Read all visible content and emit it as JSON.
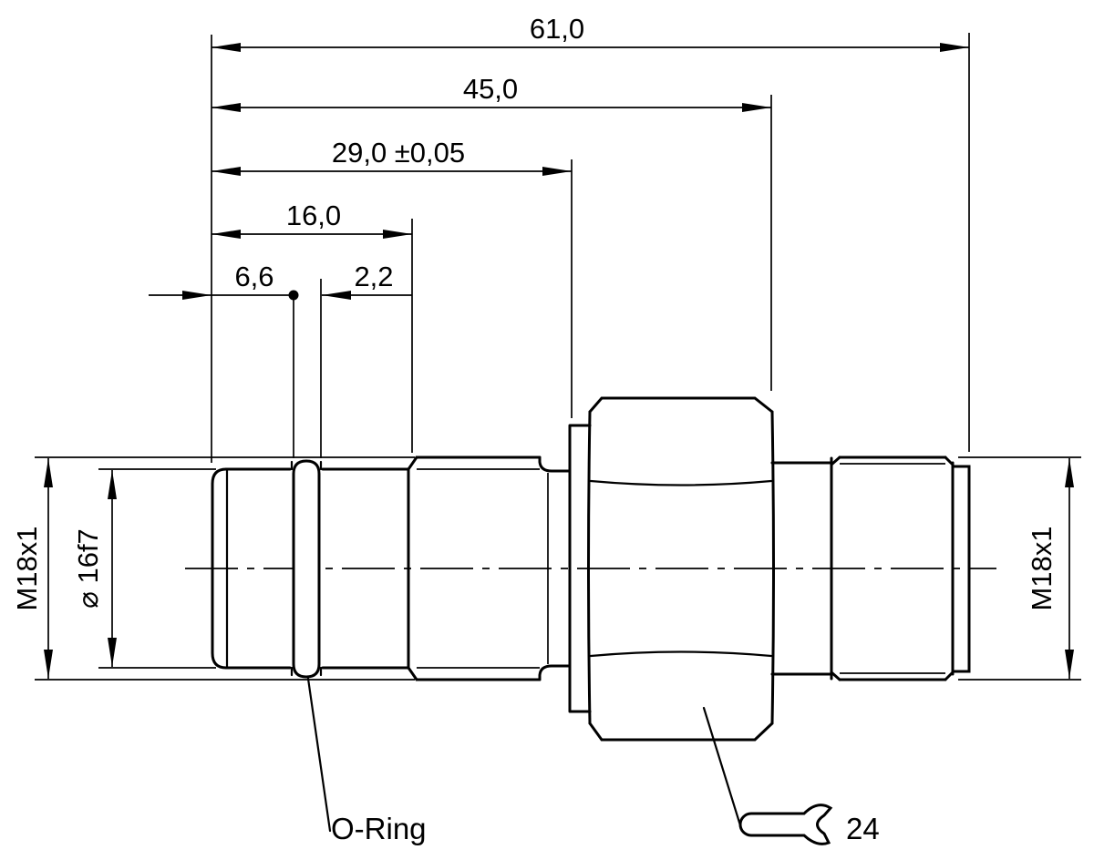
{
  "drawing": {
    "dims": {
      "d61": "61,0",
      "d45": "45,0",
      "d29": "29,0 ±0,05",
      "d16": "16,0",
      "d66": "6,6",
      "d22": "2,2"
    },
    "labels": {
      "thread_left": "M18x1",
      "thread_right": "M18x1",
      "diameter": "⌀ 16f7",
      "oring": "O-Ring",
      "wrench_size": "24"
    },
    "colors": {
      "line": "#000000",
      "background": "#ffffff"
    }
  }
}
